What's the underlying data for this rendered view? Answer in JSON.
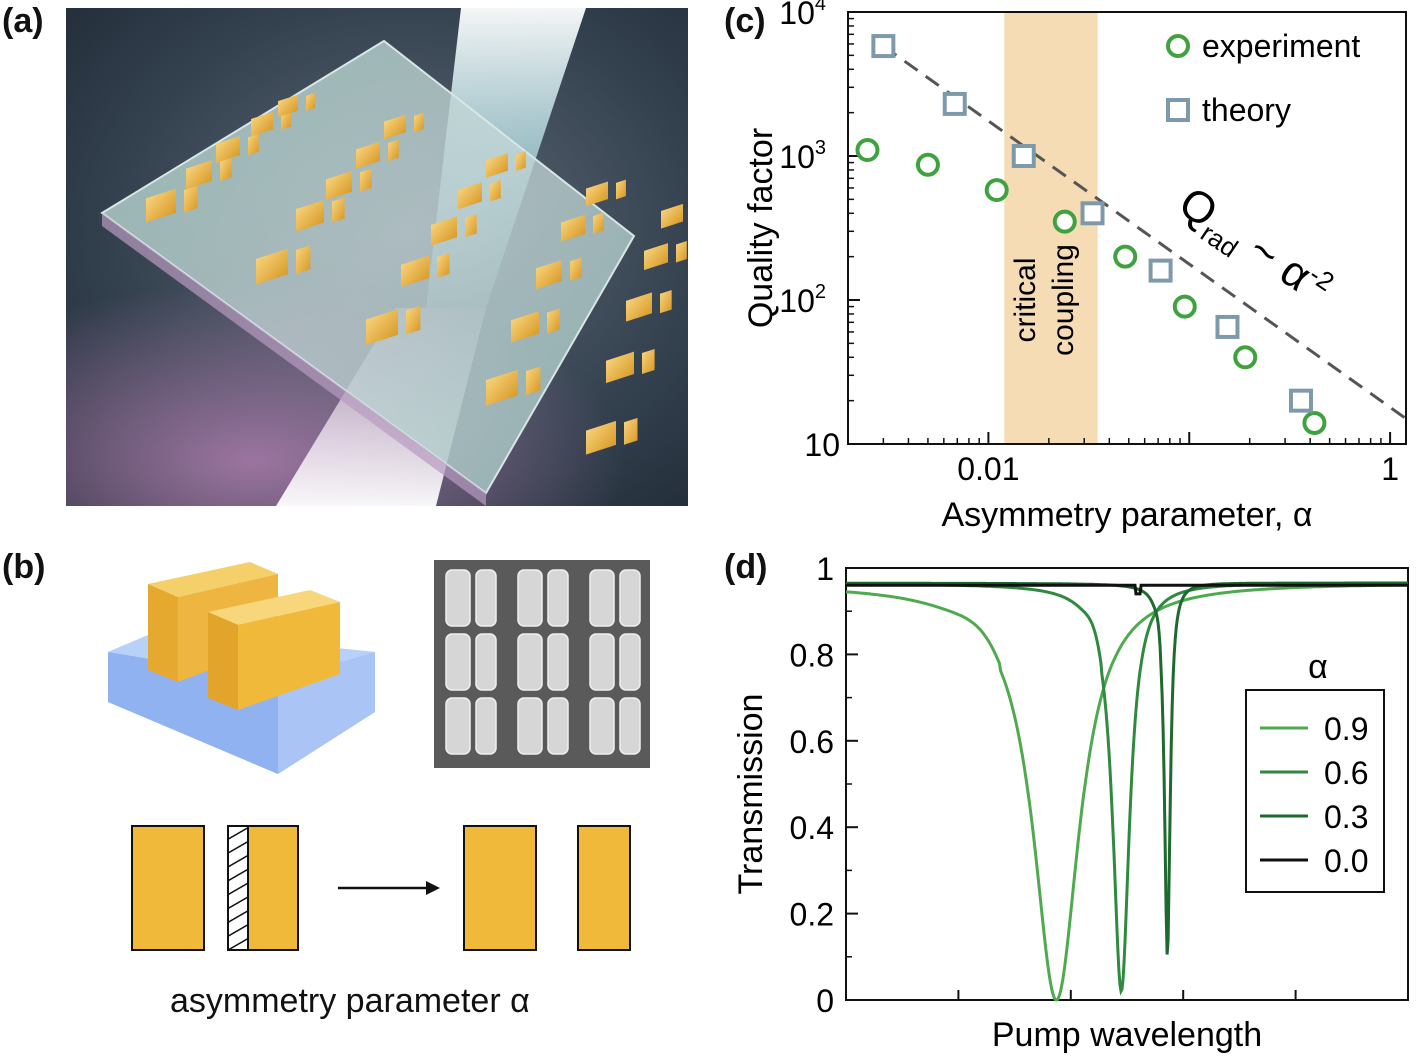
{
  "figure": {
    "panel_labels": {
      "a": "(a)",
      "b": "(b)",
      "c": "(c)",
      "d": "(d)"
    }
  },
  "panel_b": {
    "caption": "asymmetry parameter α",
    "colors": {
      "gold": "#f0b93a",
      "substrate": "#8fb3f0",
      "sem_bg": "#5a5a5a",
      "sem_block": "#d6d6d6"
    }
  },
  "chart_data": [
    {
      "panel": "c",
      "type": "scatter",
      "xscale": "log",
      "yscale": "log",
      "xlabel": "Asymmetry parameter, α",
      "ylabel": "Quality factor",
      "xlim": [
        0.002,
        1.2
      ],
      "ylim": [
        10,
        10000
      ],
      "x_ticks": [
        {
          "v": 0.01,
          "label": "0.01"
        },
        {
          "v": 1,
          "label": "1"
        }
      ],
      "y_ticks": [
        {
          "v": 10,
          "base": "10",
          "exp": ""
        },
        {
          "v": 100,
          "base": "10",
          "exp": "2"
        },
        {
          "v": 1000,
          "base": "10",
          "exp": "3"
        },
        {
          "v": 10000,
          "base": "10",
          "exp": "4"
        }
      ],
      "shaded_region": {
        "x": [
          0.012,
          0.035
        ],
        "label_lines": [
          "critical",
          "coupling"
        ],
        "color": "#f5dcb5"
      },
      "series": [
        {
          "name": "experiment",
          "marker": "circle",
          "color": "#3fa23f",
          "x": [
            0.0025,
            0.005,
            0.011,
            0.024,
            0.048,
            0.095,
            0.19,
            0.42
          ],
          "y": [
            1100,
            870,
            580,
            350,
            200,
            90,
            40,
            14
          ]
        },
        {
          "name": "theory",
          "marker": "square",
          "color": "#7e9aaa",
          "x": [
            0.003,
            0.0068,
            0.015,
            0.033,
            0.072,
            0.155,
            0.36
          ],
          "y": [
            5800,
            2300,
            1000,
            400,
            160,
            65,
            20
          ]
        }
      ],
      "fit_line": {
        "label_main": "Q",
        "label_sub": "rad",
        "label_rest": "~ α",
        "label_exp": "-2",
        "x": [
          0.003,
          1.2
        ],
        "y": [
          5800,
          15
        ],
        "color": "#555555"
      },
      "legend": "top-right"
    },
    {
      "panel": "d",
      "type": "line",
      "xlabel": "Pump wavelength",
      "ylabel": "Transmission",
      "ylim": [
        0,
        1
      ],
      "y_ticks": [
        "0",
        "0.2",
        "0.4",
        "0.6",
        "0.8",
        "1"
      ],
      "legend_title": "α",
      "legend": "right",
      "series": [
        {
          "name": "0.9",
          "color": "#4faa4f",
          "resonance_x": 0.375,
          "min": 0.0
        },
        {
          "name": "0.6",
          "color": "#2f8a3f",
          "resonance_x": 0.49,
          "min": 0.02
        },
        {
          "name": "0.3",
          "color": "#1e6a2e",
          "resonance_x": 0.572,
          "min": 0.1
        },
        {
          "name": "0.0",
          "color": "#111111",
          "resonance_x": null,
          "min": 0.96
        }
      ]
    }
  ]
}
